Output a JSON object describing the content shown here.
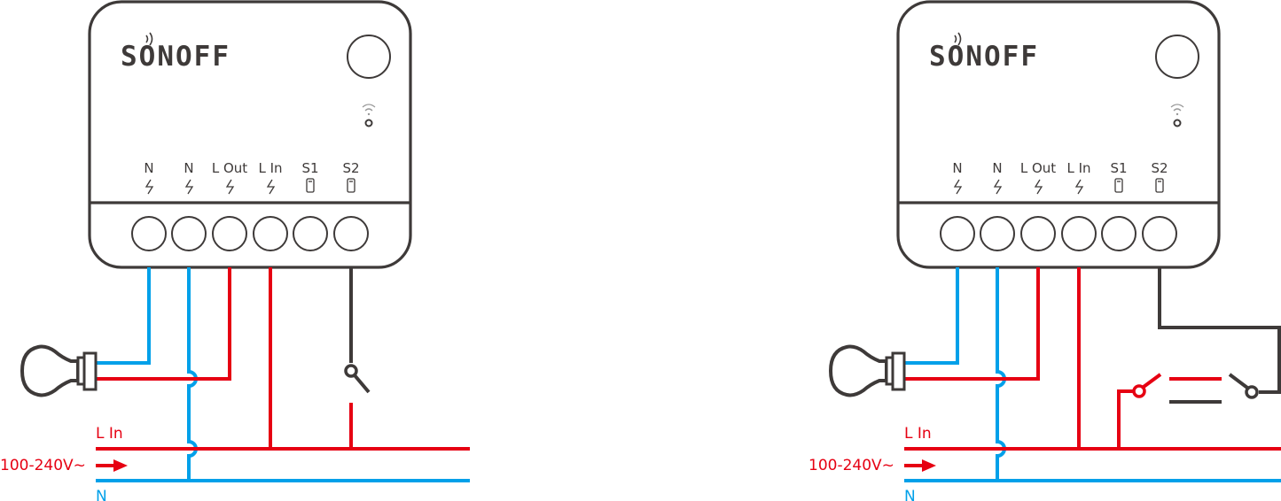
{
  "diagrams": [
    {
      "id": "single-switch",
      "device": {
        "brand": "SONOFF",
        "terminals": [
          {
            "label": "N",
            "icon": "lightning-icon"
          },
          {
            "label": "N",
            "icon": "lightning-icon"
          },
          {
            "label": "L Out",
            "icon": "lightning-icon"
          },
          {
            "label": "L In",
            "icon": "lightning-icon"
          },
          {
            "label": "S1",
            "icon": "switch-icon"
          },
          {
            "label": "S2",
            "icon": "switch-icon"
          }
        ]
      },
      "supply": {
        "live_label": "L In",
        "voltage_label": "100-240V~",
        "neutral_label": "N"
      }
    },
    {
      "id": "two-way-switch",
      "device": {
        "brand": "SONOFF",
        "terminals": [
          {
            "label": "N",
            "icon": "lightning-icon"
          },
          {
            "label": "N",
            "icon": "lightning-icon"
          },
          {
            "label": "L Out",
            "icon": "lightning-icon"
          },
          {
            "label": "L In",
            "icon": "lightning-icon"
          },
          {
            "label": "S1",
            "icon": "switch-icon"
          },
          {
            "label": "S2",
            "icon": "switch-icon"
          }
        ]
      },
      "supply": {
        "live_label": "L In",
        "voltage_label": "100-240V~",
        "neutral_label": "N"
      }
    }
  ],
  "colors": {
    "live": "#e60012",
    "neutral": "#00a0e9",
    "switch_wire": "#3e3a39",
    "outline": "#3e3a39"
  }
}
